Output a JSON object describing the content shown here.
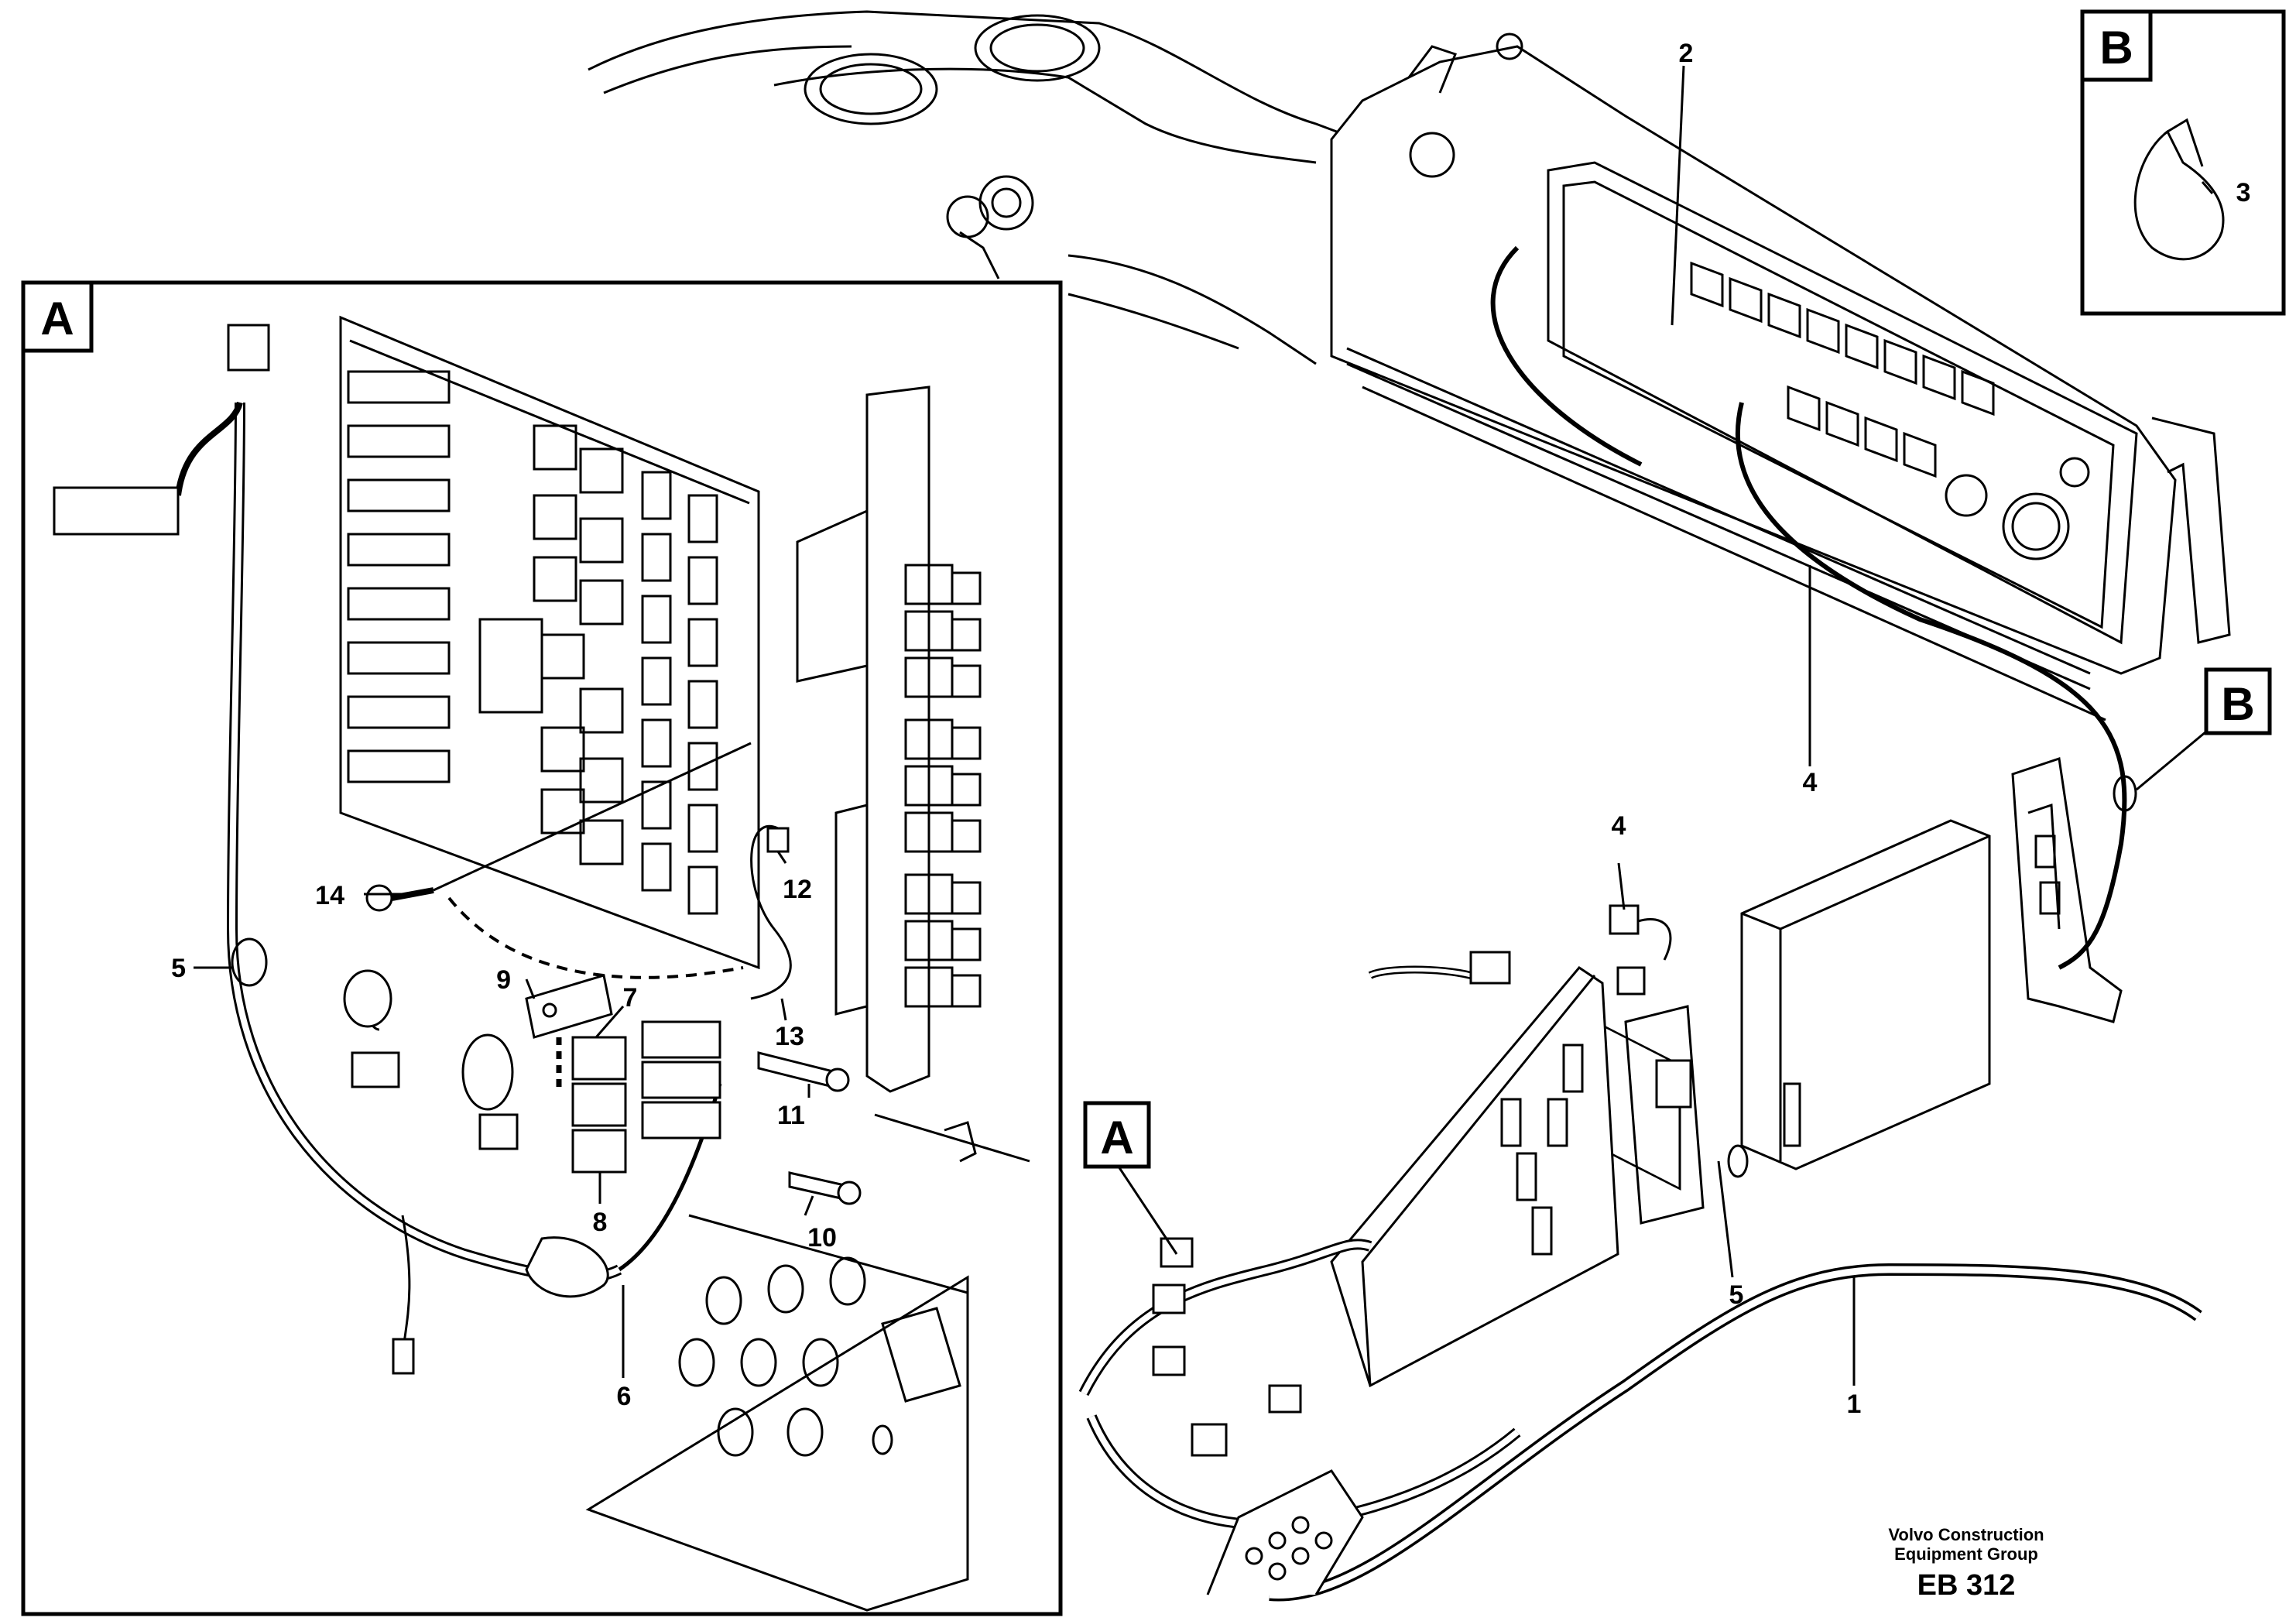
{
  "detail_boxes": {
    "a_frame_letter": "A",
    "b_frame_letter": "B",
    "a_ref_letter": "A",
    "b_ref_letter": "B"
  },
  "callouts": {
    "n1": "1",
    "n2": "2",
    "n3": "3",
    "n4_top": "4",
    "n4_connector": "4",
    "n5_main": "5",
    "n5_detail": "5",
    "n6": "6",
    "n7": "7",
    "n8": "8",
    "n9": "9",
    "n10": "10",
    "n11": "11",
    "n12": "12",
    "n13": "13",
    "n14": "14"
  },
  "footer": {
    "company_line1": "Volvo Construction",
    "company_line2": "Equipment Group",
    "code": "EB 312"
  }
}
